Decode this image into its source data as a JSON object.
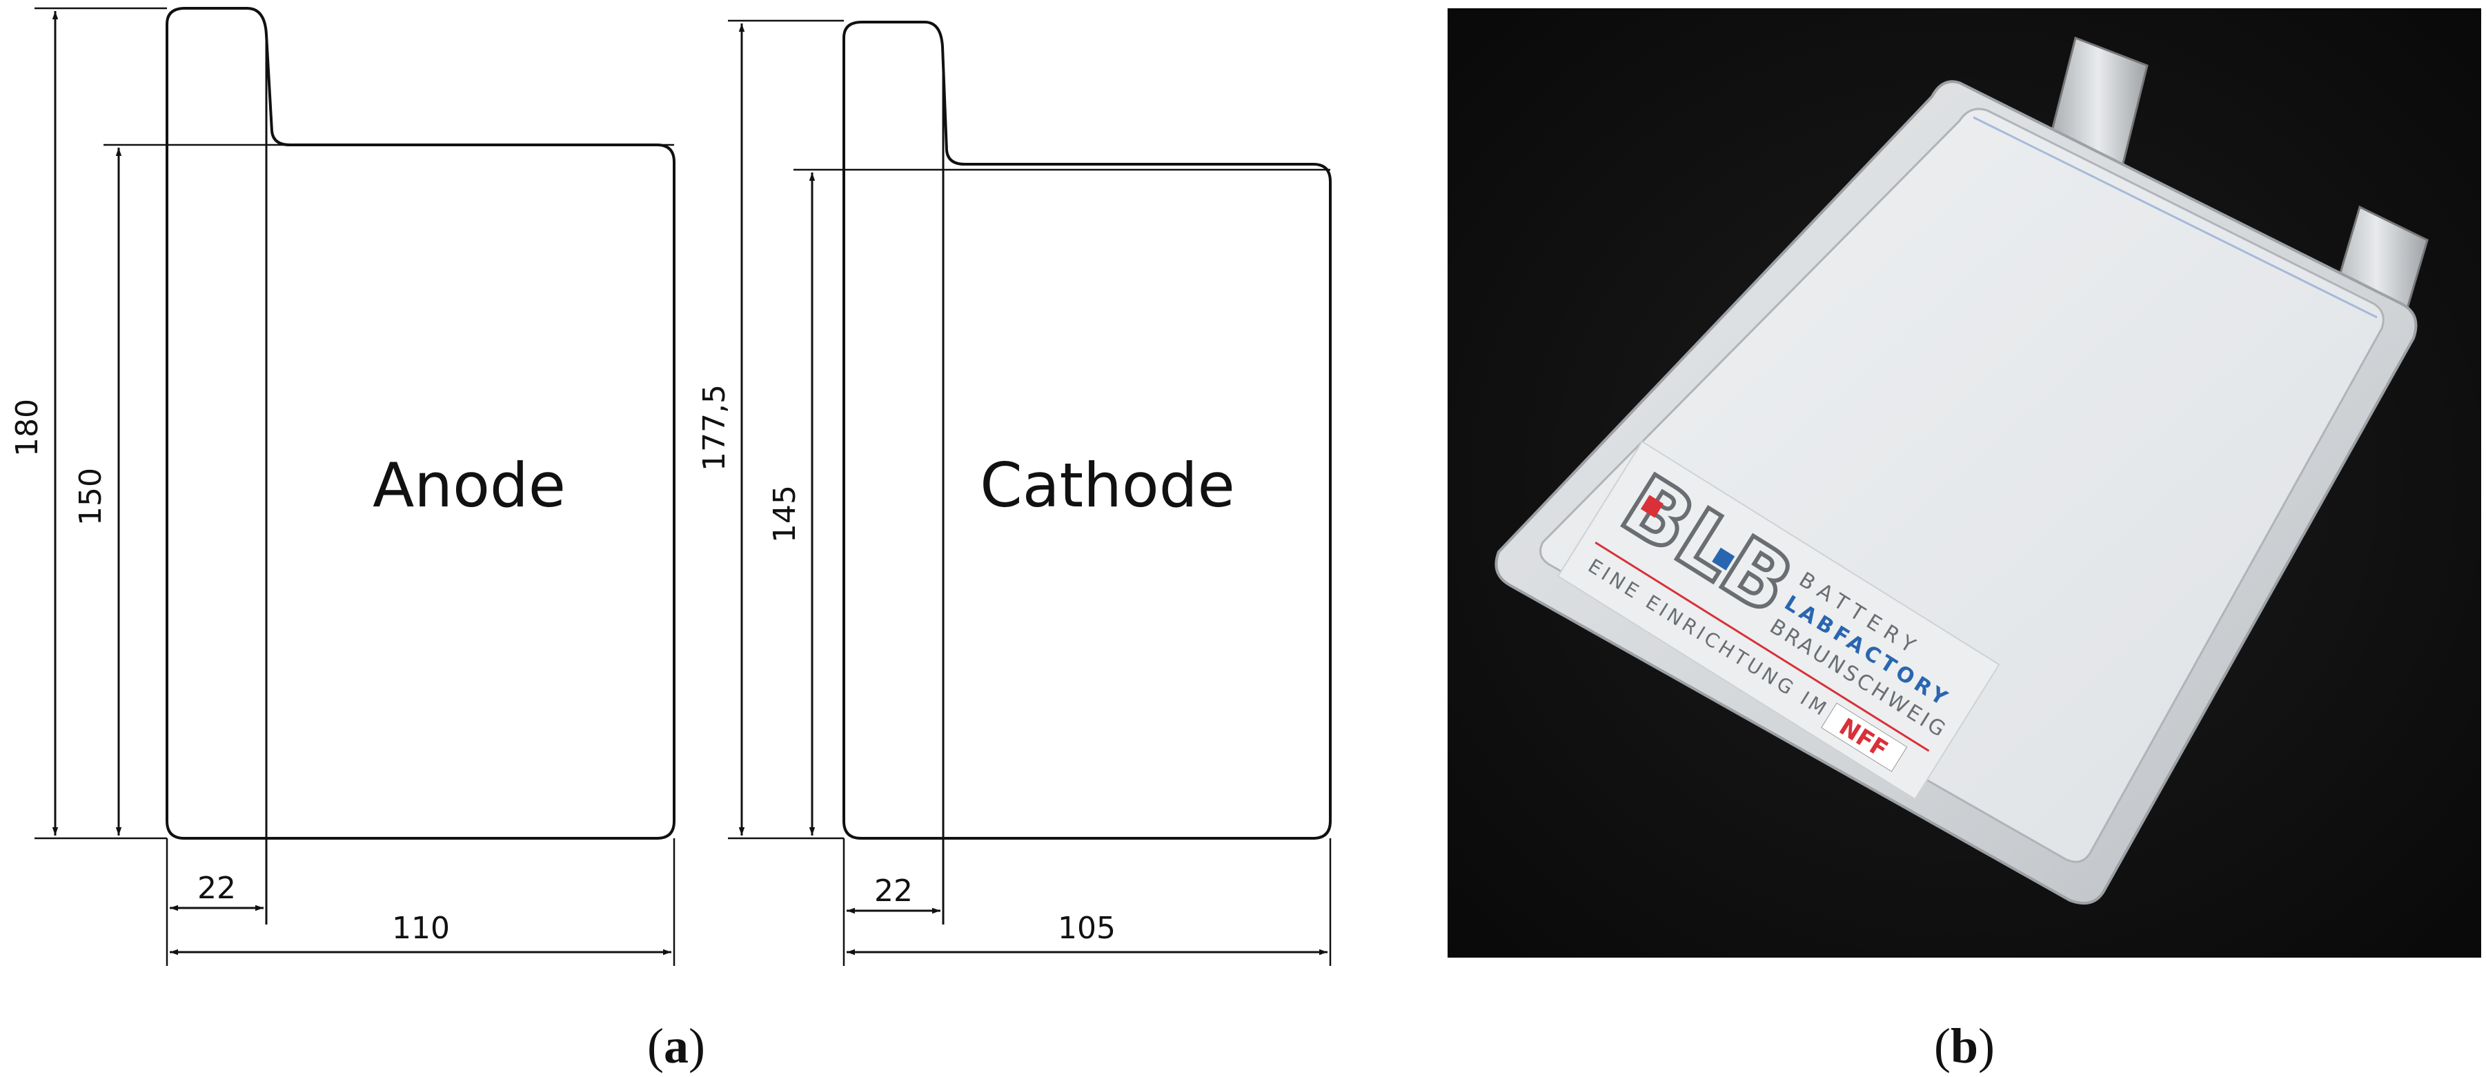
{
  "panel_a": {
    "anode": {
      "label": "Anode",
      "height_total": "180",
      "height_body": "150",
      "tab_width": "22",
      "width": "110"
    },
    "cathode": {
      "label": "Cathode",
      "height_total": "177,5",
      "height_body": "145",
      "tab_width": "22",
      "width": "105"
    },
    "caption": {
      "open": "(",
      "letter": "a",
      "close": ")"
    }
  },
  "panel_b": {
    "logo": {
      "mark": "BLB",
      "line1": "BATTERY",
      "line2": "LABFACTORY",
      "line3": "BRAUNSCHWEIG",
      "line4": "EINE EINRICHTUNG IM",
      "partner": "NFF"
    },
    "caption": {
      "open": "(",
      "letter": "b",
      "close": ")"
    }
  },
  "colors": {
    "line": "#111111",
    "photo_bg": "#111111",
    "pouch": "#d8dadc",
    "logo_red": "#d9303a",
    "logo_blue": "#2a66b0"
  }
}
